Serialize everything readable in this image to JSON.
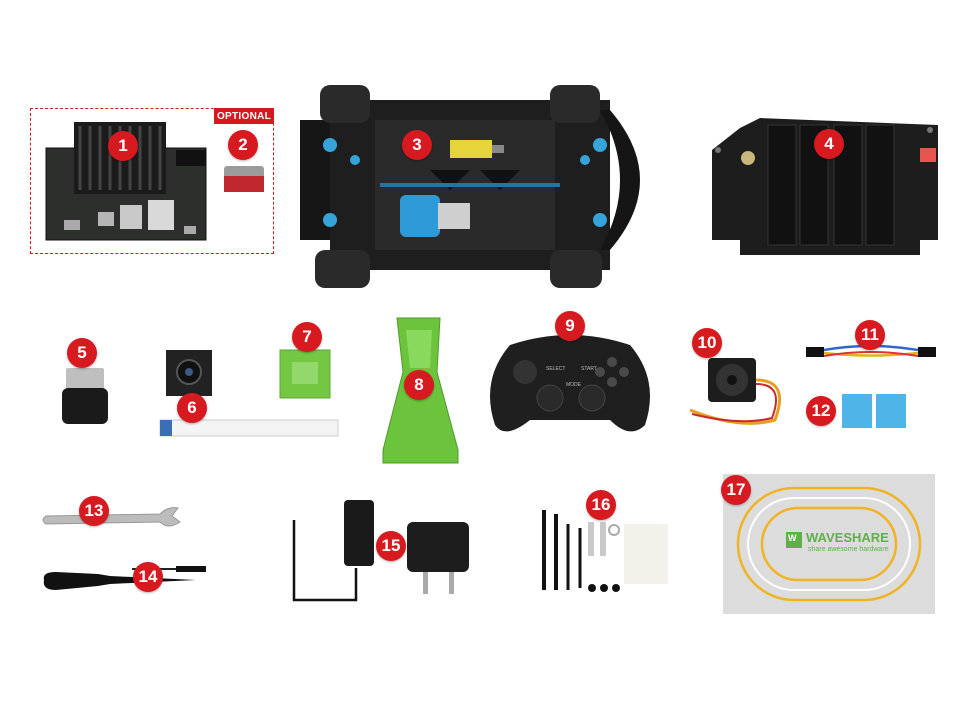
{
  "optional_label": "OPTIONAL",
  "items": [
    {
      "num": "1"
    },
    {
      "num": "2"
    },
    {
      "num": "3"
    },
    {
      "num": "4"
    },
    {
      "num": "5"
    },
    {
      "num": "6"
    },
    {
      "num": "7"
    },
    {
      "num": "8"
    },
    {
      "num": "9"
    },
    {
      "num": "10"
    },
    {
      "num": "11"
    },
    {
      "num": "12"
    },
    {
      "num": "13"
    },
    {
      "num": "14"
    },
    {
      "num": "15"
    },
    {
      "num": "16"
    },
    {
      "num": "17"
    }
  ],
  "gamepad": {
    "select": "SELECT",
    "start": "START",
    "mode": "MODE"
  },
  "mat": {
    "brand": "WAVESHARE",
    "slogan": "share awesome hardware",
    "logo_letters": "W"
  },
  "colors": {
    "badge": "#d71920",
    "optional": "#d71920",
    "green": "#6bc43c",
    "blue_pad": "#4aaee4"
  }
}
